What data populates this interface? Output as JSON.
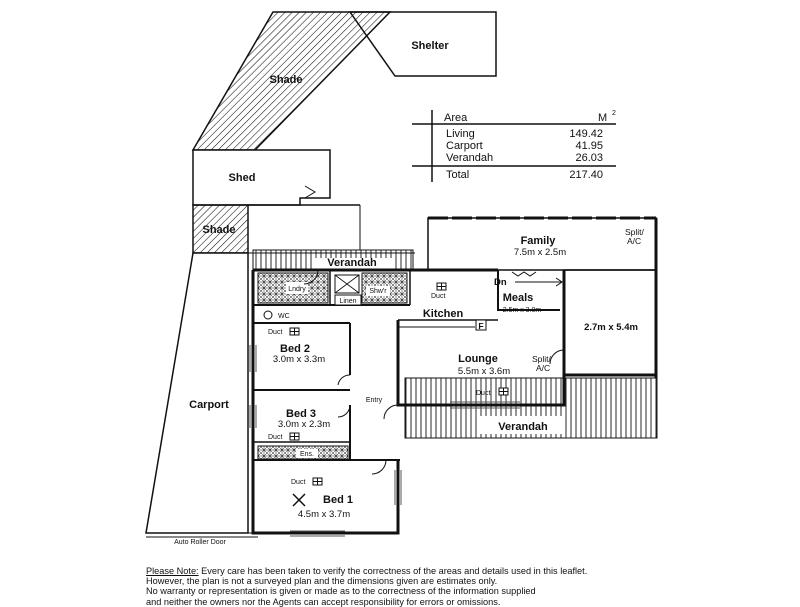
{
  "area_table": {
    "header": "Area",
    "unit": "M",
    "unit_sup": "2",
    "rows": [
      {
        "label": "Living",
        "value": "149.42"
      },
      {
        "label": "Carport",
        "value": "41.95"
      },
      {
        "label": "Verandah",
        "value": "26.03"
      }
    ],
    "total_label": "Total",
    "total_value": "217.40"
  },
  "labels": {
    "shelter": "Shelter",
    "shade_top": "Shade",
    "shed": "Shed",
    "shade_left": "Shade",
    "carport": "Carport",
    "auto_roller": "Auto Roller Door",
    "verandah_top": "Verandah",
    "verandah_bottom": "Verandah",
    "family": "Family",
    "family_dim": "7.5m x 2.5m",
    "split_ac_top_1": "Split/",
    "split_ac_top_2": "A/C",
    "dn": "Dn",
    "meals": "Meals",
    "meals_dim": "2.5m x 3.0m",
    "room_right_dim": "2.7m x 5.4m",
    "kitchen": "Kitchen",
    "f_mark": "F",
    "lounge": "Lounge",
    "lounge_dim": "5.5m x 3.6m",
    "split_ac_mid_1": "Split/",
    "split_ac_mid_2": "A/C",
    "duct_lounge": "Duct",
    "duct_kitchen": "Duct",
    "lndry": "Lndry",
    "shwr": "Shw'r",
    "linen": "Linen",
    "wc": "WC",
    "bed2": "Bed 2",
    "bed2_dim": "3.0m x 3.3m",
    "duct_bed2": "Duct",
    "bed3": "Bed 3",
    "bed3_dim": "3.0m x 2.3m",
    "duct_bed3": "Duct",
    "entry": "Entry",
    "ens": "Ens.",
    "bed1": "Bed 1",
    "bed1_dim": "4.5m x 3.7m",
    "duct_bed1": "Duct"
  },
  "disclaimer": {
    "title": "Please Note:",
    "line1": "Every care has been taken to verify the correctness of the areas and details used in this leaflet.",
    "line2": "However, the plan is not a surveyed plan and the dimensions given are estimates only.",
    "line3": "No warranty or representation is given or made as to the correctness of the information supplied",
    "line4": "and neither the owners nor the Agents can accept responsibility for errors or omissions."
  }
}
